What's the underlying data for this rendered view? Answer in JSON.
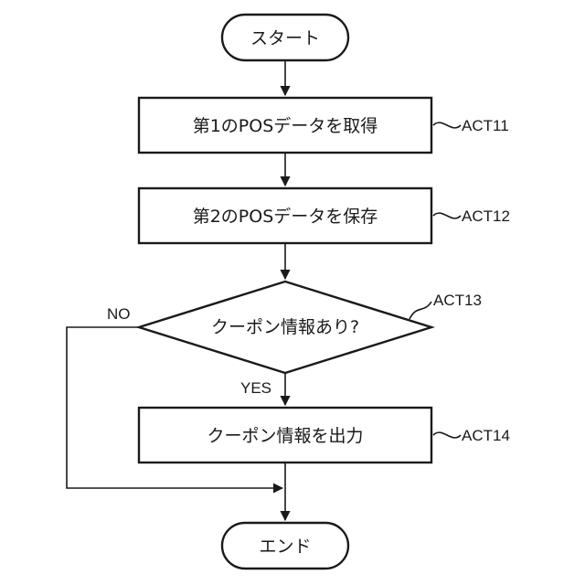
{
  "flowchart": {
    "start_label": "スタート",
    "end_label": "エンド",
    "steps": [
      {
        "text": "第1のPOSデータを取得",
        "ref": "ACT11"
      },
      {
        "text": "第2のPOSデータを保存",
        "ref": "ACT12"
      },
      {
        "text": "クーポン情報あり?",
        "ref": "ACT13"
      },
      {
        "text": "クーポン情報を出力",
        "ref": "ACT14"
      }
    ],
    "branch_yes": "YES",
    "branch_no": "NO"
  }
}
